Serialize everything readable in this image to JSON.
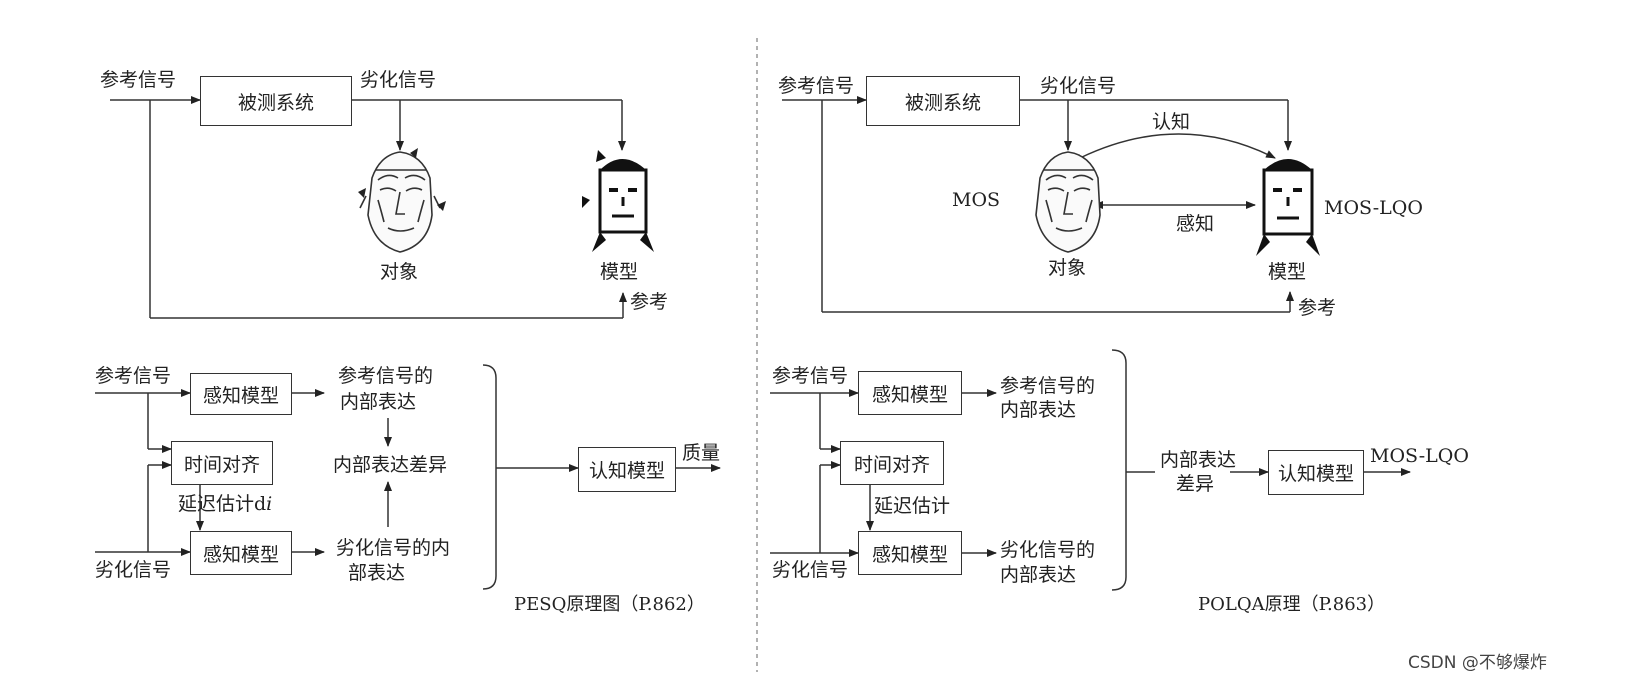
{
  "left": {
    "top": {
      "ref_signal": "参考信号",
      "system_under_test": "被测系统",
      "degraded_signal": "劣化信号",
      "subject": "对象",
      "model": "模型",
      "reference": "参考"
    },
    "bottom": {
      "ref_signal": "参考信号",
      "degraded_signal": "劣化信号",
      "perceptual_model_1": "感知模型",
      "perceptual_model_2": "感知模型",
      "time_align": "时间对齐",
      "delay_estimate": "延迟估计d",
      "delay_estimate_suffix": "i",
      "ref_internal_1": "参考信号的",
      "ref_internal_2": "内部表达",
      "internal_diff": "内部表达差异",
      "deg_internal_1": "劣化信号的内",
      "deg_internal_2": "部表达",
      "cognitive_model": "认知模型",
      "quality": "质量",
      "caption": "PESQ原理图（P.862）"
    }
  },
  "right": {
    "top": {
      "ref_signal": "参考信号",
      "system_under_test": "被测系统",
      "degraded_signal": "劣化信号",
      "cognition": "认知",
      "perception": "感知",
      "mos": "MOS",
      "mos_lqo": "MOS-LQO",
      "subject": "对象",
      "model": "模型",
      "reference": "参考"
    },
    "bottom": {
      "ref_signal": "参考信号",
      "degraded_signal": "劣化信号",
      "perceptual_model_1": "感知模型",
      "perceptual_model_2": "感知模型",
      "time_align": "时间对齐",
      "delay_estimate": "延迟估计",
      "ref_internal_1": "参考信号的",
      "ref_internal_2": "内部表达",
      "deg_internal_1": "劣化信号的",
      "deg_internal_2": "内部表达",
      "internal_diff_1": "内部表达",
      "internal_diff_2": "差异",
      "cognitive_model": "认知模型",
      "mos_lqo": "MOS-LQO",
      "caption": "POLQA原理（P.863）"
    }
  },
  "watermark": "CSDN @不够爆炸"
}
